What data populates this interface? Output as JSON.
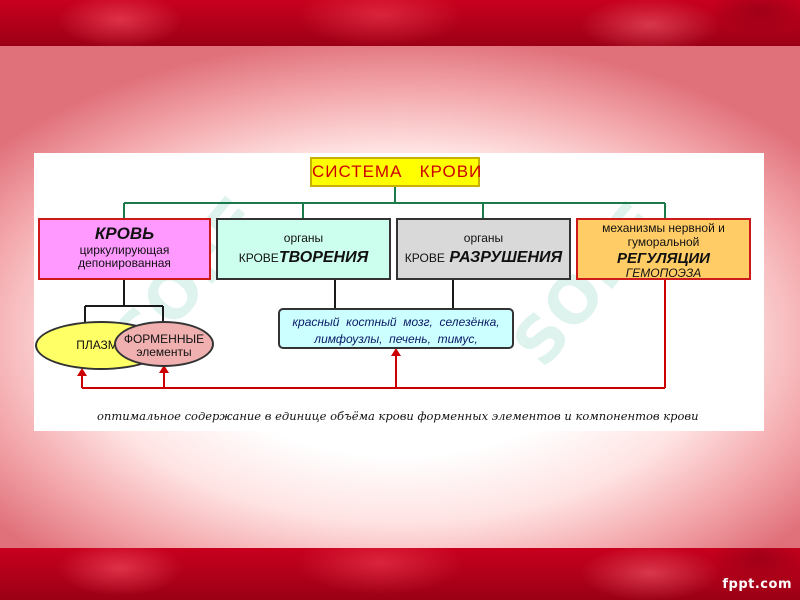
{
  "title": "СИСТЕМА   КРОВИ",
  "blood": {
    "heading": "КРОВЬ",
    "line1": "циркулирующая",
    "line2": "депонированная"
  },
  "formation": {
    "line1": "органы",
    "prefix": "КРОВЕ",
    "emphasis": "ТВОРЕНИЯ"
  },
  "destruction": {
    "line1": "органы",
    "prefix": "КРОВЕ",
    "emphasis": "РАЗРУШЕНИЯ"
  },
  "regulation": {
    "line1": "механизмы  нервной и",
    "line2": "гуморальной",
    "emphasis": "РЕГУЛЯЦИИ",
    "line3": "ГЕМОПОЭЗА"
  },
  "organs": {
    "line1": "красный  костный  мозг,  селезёнка,",
    "line2": "лимфоузлы,  печень,  тимус,"
  },
  "plasma": "ПЛАЗМА",
  "formed_elements": {
    "line1": "ФОРМЕННЫЕ",
    "line2": "элементы"
  },
  "footer": "оптимальное содержание в единице  объёма крови  форменных элементов и компонентов крови",
  "brand": "fppt.com",
  "colors": {
    "title_fill": "#ffff00",
    "blood_fill": "#ff99ff",
    "formation_fill": "#ccffee",
    "destruction_fill": "#d9d9d9",
    "regulation_fill": "#ffcc66",
    "organs_fill": "#ccffff",
    "plasma_fill": "#ffff66",
    "formed_fill": "#f0b0b0",
    "connector_green": "#1a7a4a",
    "feedback_red": "#cc0000"
  }
}
